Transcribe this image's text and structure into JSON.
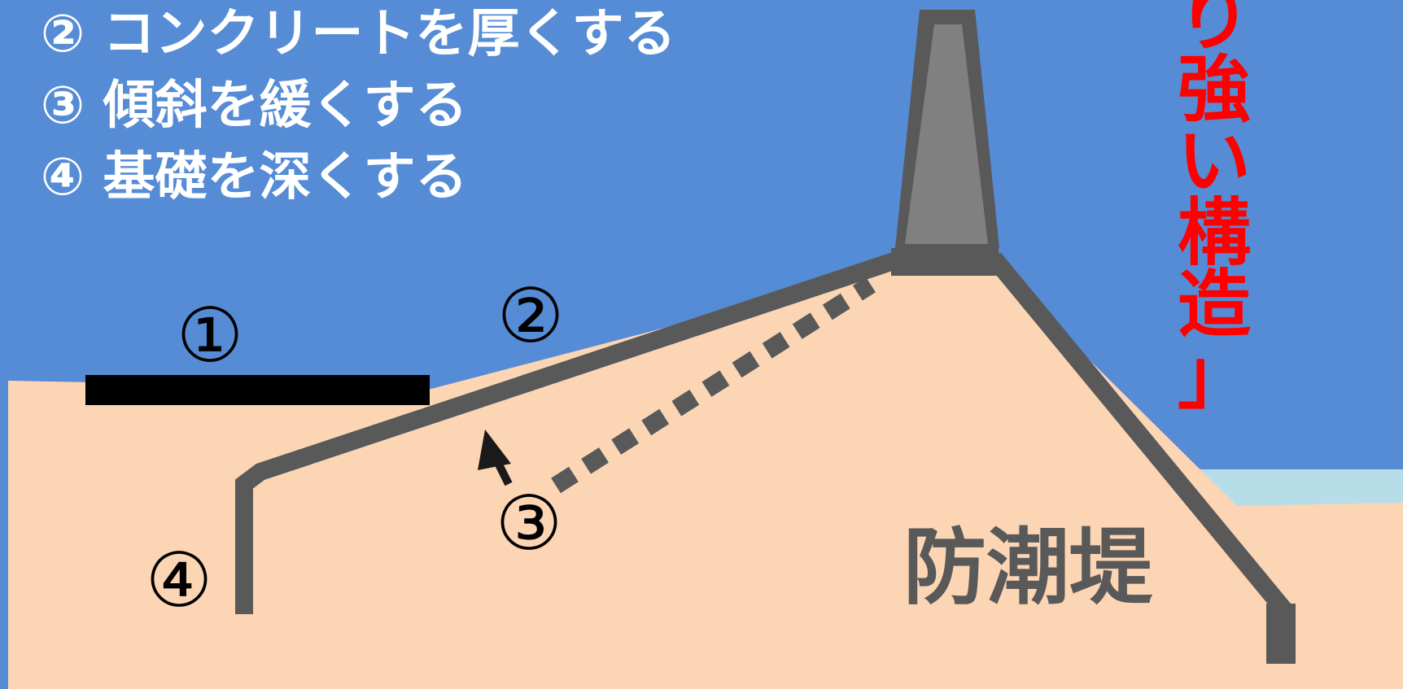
{
  "list": {
    "item_2": "② コンクリートを厚くする",
    "item_3": "③ 傾斜を緩くする",
    "item_4": "④ 基礎を深くする"
  },
  "vertical_title": [
    "り",
    "強",
    "い",
    "構",
    "造",
    "」"
  ],
  "markers": {
    "m1": "①",
    "m2": "②",
    "m3": "③",
    "m4": "④"
  },
  "seawall_label": "防潮堤",
  "colors": {
    "sky": "#558cd5",
    "sand": "#fcd5b4",
    "water": "#b7dde8",
    "concrete": "#595959",
    "concrete_light": "#808080",
    "title_red": "#ff0000"
  }
}
